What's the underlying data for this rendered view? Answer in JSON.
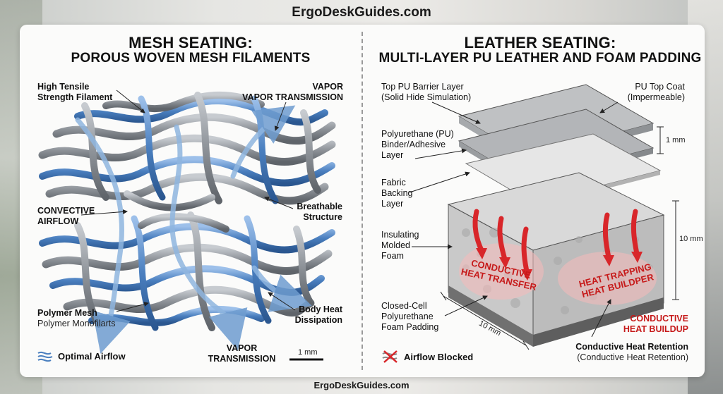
{
  "site": {
    "top": "ErgoDeskGuides.com",
    "bottom": "ErgoDeskGuides.com"
  },
  "mesh": {
    "title": "MESH SEATING:",
    "subtitle": "POROUS WOVEN MESH FILAMENTS",
    "labels": {
      "tensile_1": "High Tensile",
      "tensile_2": "Strength Filament",
      "vapor_top_1": "VAPOR",
      "vapor_top_2": "VAPOR TRANSMISSION",
      "convective_1": "CONVECTIVE",
      "convective_2": "AIRFLOW",
      "breathable_1": "Breathable",
      "breathable_2": "Structure",
      "polymer_1": "Polymer Mesh",
      "polymer_2": "Polymer Monofilarts",
      "body_heat_1": "Body Heat",
      "body_heat_2": "Dissipation",
      "vapor_bottom_1": "VAPOR",
      "vapor_bottom_2": "TRANSMISSION"
    },
    "legend": {
      "icon": "airflow-icon",
      "text": "Optimal Airflow"
    },
    "scale": "1 mm"
  },
  "leather": {
    "title": "LEATHER SEATING:",
    "subtitle": "MULTI-LAYER PU LEATHER AND FOAM PADDING",
    "labels": {
      "top_pu_1": "Top PU Barrier Layer",
      "top_pu_2": "(Solid Hide Simulation)",
      "pu_coat_1": "PU Top Coat",
      "pu_coat_2": "(Impermeable)",
      "binder_1": "Polyurethane (PU)",
      "binder_2": "Binder/Adhesive",
      "binder_3": "Layer",
      "fabric_1": "Fabric",
      "fabric_2": "Backing",
      "fabric_3": "Layer",
      "insulating_1": "Insulating",
      "insulating_2": "Molded",
      "insulating_3": "Foam",
      "closed_1": "Closed-Cell",
      "closed_2": "Polyurethane",
      "closed_3": "Foam Padding",
      "conductive_transfer_1": "CONDUCTIVE",
      "conductive_transfer_2": "HEAT TRANSFER",
      "trapping_1": "HEAT TRAPPING",
      "trapping_2": "HEAT BUILDPER",
      "buildup_1": "CONDUCTIVE",
      "buildup_2": "HEAT BUILDUP",
      "retention_1": "Conductive Heat Retention",
      "retention_2": "(Conductive Heat Retention)"
    },
    "legend": {
      "icon": "airflow-blocked-icon",
      "text": "Airflow Blocked"
    },
    "scales": {
      "thin": "1 mm",
      "thick": "10 mm",
      "depth": "10 mm"
    }
  },
  "colors": {
    "blue": "#4a7fbf",
    "grey": "#8e9399",
    "red": "#d8262a",
    "heat_glow": "#f6b9b9"
  }
}
